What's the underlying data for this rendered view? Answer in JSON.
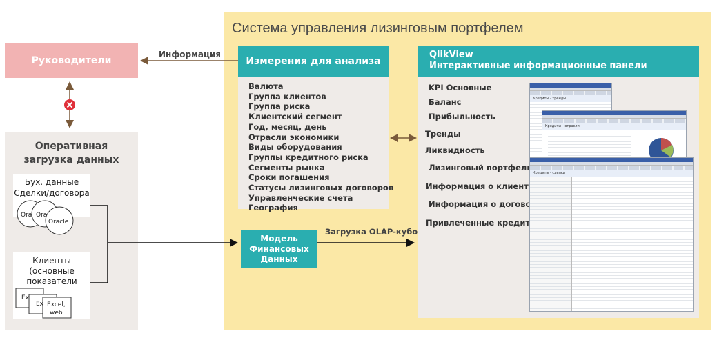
{
  "system": {
    "title": "Система управления лизинговым портфелем"
  },
  "managers": {
    "label": "Руководители"
  },
  "info_label": "Информация",
  "operational": {
    "title_line1": "Оперативная",
    "title_line2": "загрузка данных",
    "accounting": {
      "line1": "Бух. данные",
      "line2": "Сделки/договора",
      "db_labels": [
        "Ora",
        "Ora",
        "Oracle"
      ]
    },
    "clients": {
      "line1": "Клиенты",
      "line2": "(основные",
      "line3": "показатели",
      "file_labels": [
        "Exc",
        "Ex",
        "Excel,",
        "web"
      ]
    }
  },
  "dimensions": {
    "header": "Измерения для анализа",
    "items": [
      "Валюта",
      "Группа клиентов",
      "Группа риска",
      "Клиентский сегмент",
      "Год, месяц, день",
      "Отрасли экономики",
      "Виды оборудования",
      "Группы кредитного риска",
      "Сегменты рынка",
      "Сроки погашения",
      "Статусы лизинговых договоров",
      "Управленческие счета",
      "География"
    ]
  },
  "model": {
    "line1": "Модель",
    "line2": "Финансовых",
    "line3": "Данных"
  },
  "olap_label": "Загрузка OLAP-кубов",
  "qlikview": {
    "header_line1": "QlikView",
    "header_line2": "Интерактивные информационные панели",
    "items": [
      "KPI Основные",
      "Баланс",
      "Прибыльность",
      "Тренды",
      "Ликвидность",
      "Лизинговый портфель",
      "Информация о клиенте",
      "Информация о договоре",
      "Привлеченные кредиты"
    ],
    "screenshots": [
      "Кредиты - тренды",
      "Кредиты - отрасли",
      "Кредиты - сделки"
    ]
  },
  "colors": {
    "teal": "#2aaeb0",
    "pink": "#f2b3b3",
    "yellow": "#fbe8a6",
    "panel": "#efebe8",
    "connector": "#7a5a3a",
    "error": "#e0303a"
  }
}
